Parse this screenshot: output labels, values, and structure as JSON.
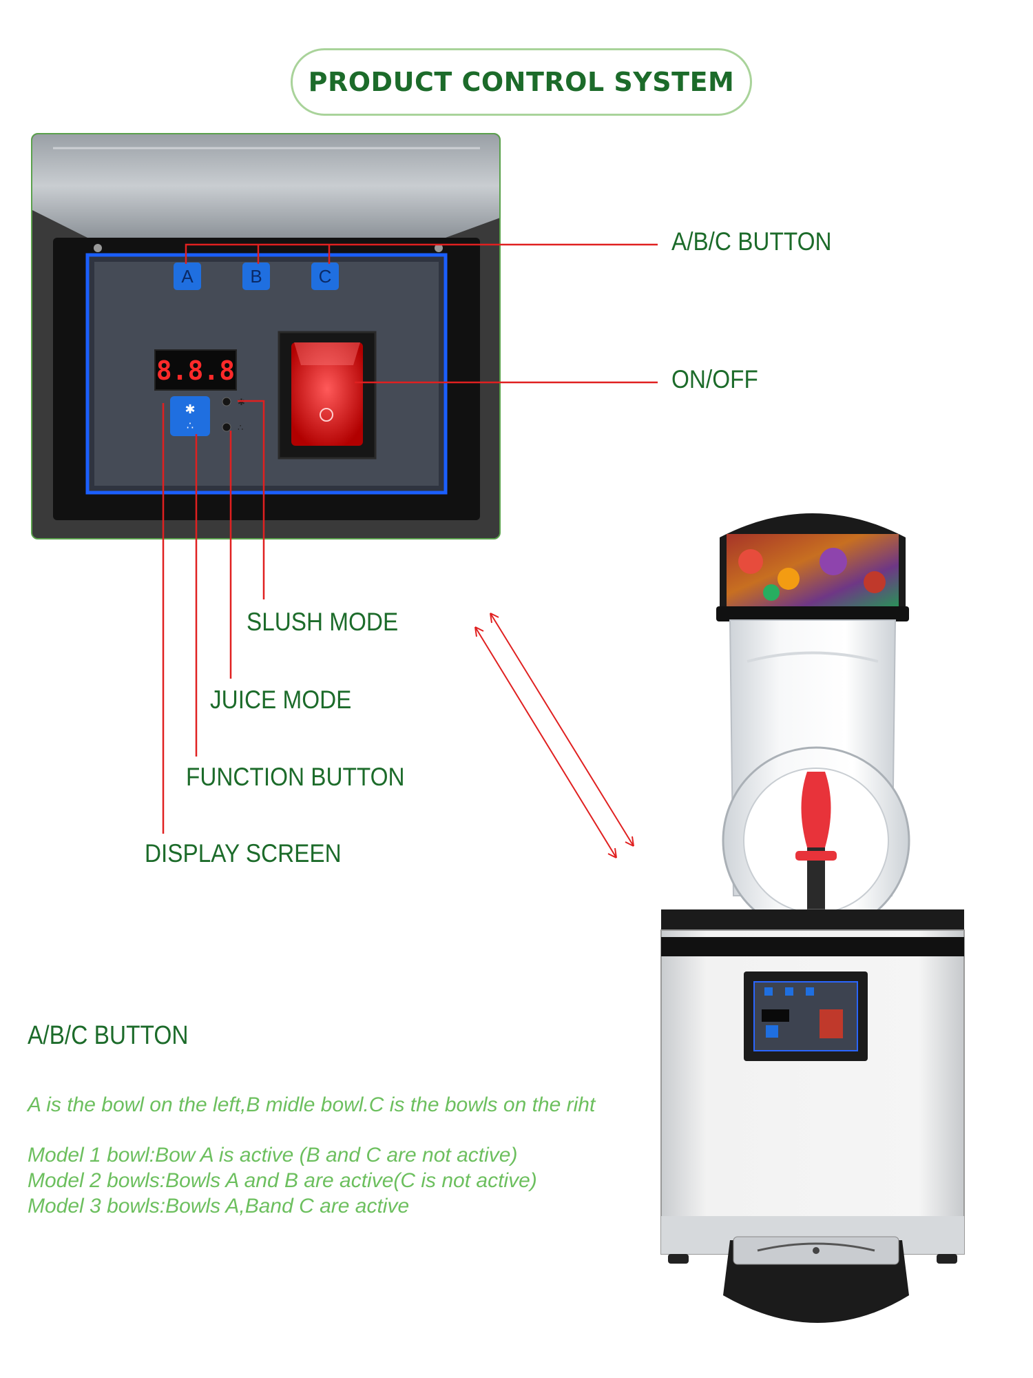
{
  "title": "PRODUCT CONTROL SYSTEM",
  "panel": {
    "buttons": [
      "A",
      "B",
      "C"
    ],
    "display": "8.8.8"
  },
  "callouts": {
    "abc_button": "A/B/C BUTTON",
    "on_off": "ON/OFF",
    "slush_mode": "SLUSH MODE",
    "juice_mode": "JUICE MODE",
    "function_button": "FUNCTION BUTTON",
    "display_screen": "DISPLAY SCREEN"
  },
  "description": {
    "heading": "A/B/C BUTTON",
    "intro": "A is the bowl on the left,B midle bowl.C is the bowls on the riht",
    "model_lines": [
      "Model 1 bowl:Bow A is active (B and C are not active)",
      "Model 2 bowls:Bowls A and B are active(C is not active)",
      "Model 3 bowls:Bowls A,Band C are active"
    ]
  },
  "colors": {
    "title_green": "#1c6b2a",
    "text_green": "#6cbf5e",
    "pill_border": "#a9d39a",
    "callout_line": "#e02020",
    "button_blue": "#1f6fe0",
    "led_red": "#ff2a2a"
  }
}
